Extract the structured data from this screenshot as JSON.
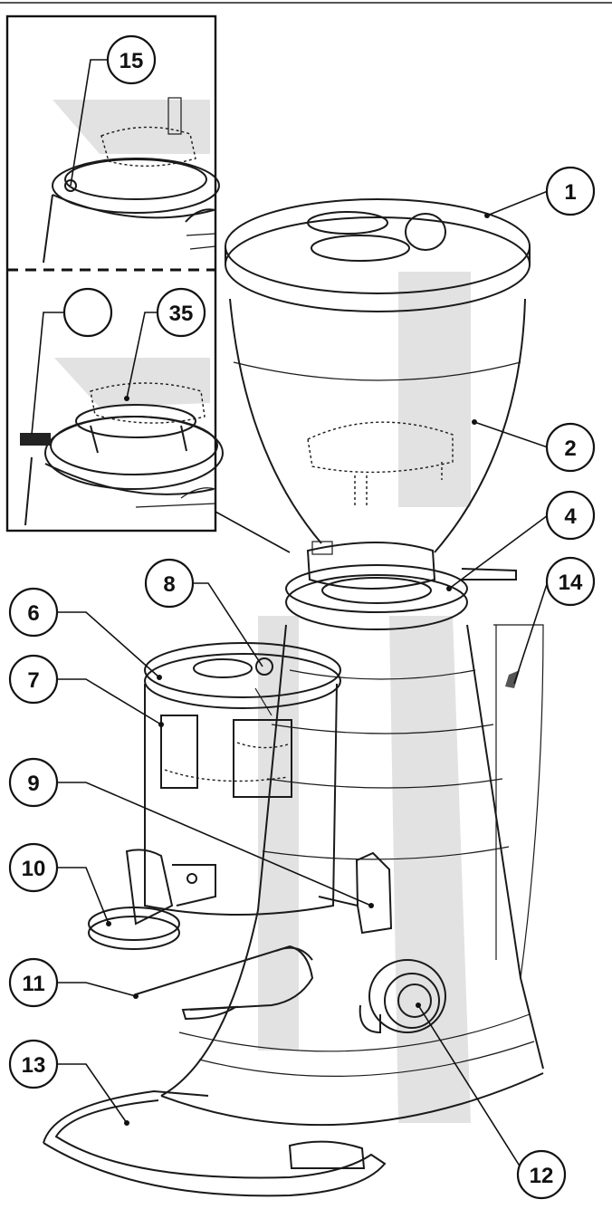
{
  "diagram": {
    "callouts": [
      {
        "id": "c1",
        "label": "1"
      },
      {
        "id": "c2",
        "label": "2"
      },
      {
        "id": "c4",
        "label": "4"
      },
      {
        "id": "c6",
        "label": "6"
      },
      {
        "id": "c7",
        "label": "7"
      },
      {
        "id": "c8",
        "label": "8"
      },
      {
        "id": "c9",
        "label": "9"
      },
      {
        "id": "c10",
        "label": "10"
      },
      {
        "id": "c11",
        "label": "11"
      },
      {
        "id": "c12",
        "label": "12"
      },
      {
        "id": "c13",
        "label": "13"
      },
      {
        "id": "c14",
        "label": "14"
      },
      {
        "id": "c15",
        "label": "15"
      },
      {
        "id": "c35",
        "label": "35"
      },
      {
        "id": "cblank",
        "label": ""
      }
    ]
  }
}
